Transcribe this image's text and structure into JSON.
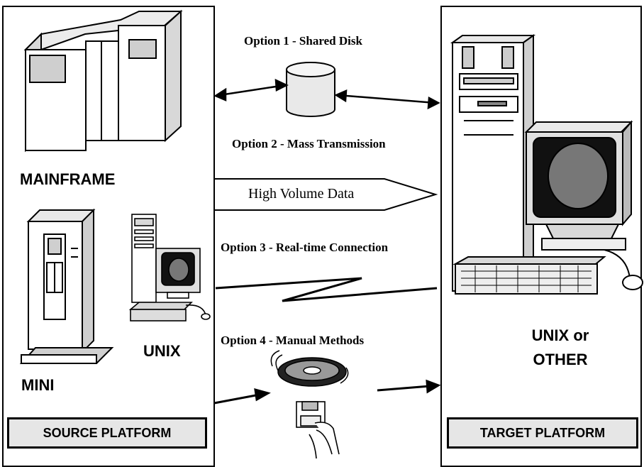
{
  "source": {
    "mainframe_label": "MAINFRAME",
    "mini_label": "MINI",
    "unix_label": "UNIX",
    "platform_label": "SOURCE PLATFORM"
  },
  "target": {
    "system_label_line1": "UNIX or",
    "system_label_line2": "OTHER",
    "platform_label": "TARGET PLATFORM"
  },
  "options": {
    "option1": "Option 1 - Shared Disk",
    "option2": "Option 2 - Mass Transmission",
    "option2_arrow_text": "High Volume Data",
    "option3": "Option 3 - Real-time Connection",
    "option4": "Option 4 - Manual Methods"
  }
}
